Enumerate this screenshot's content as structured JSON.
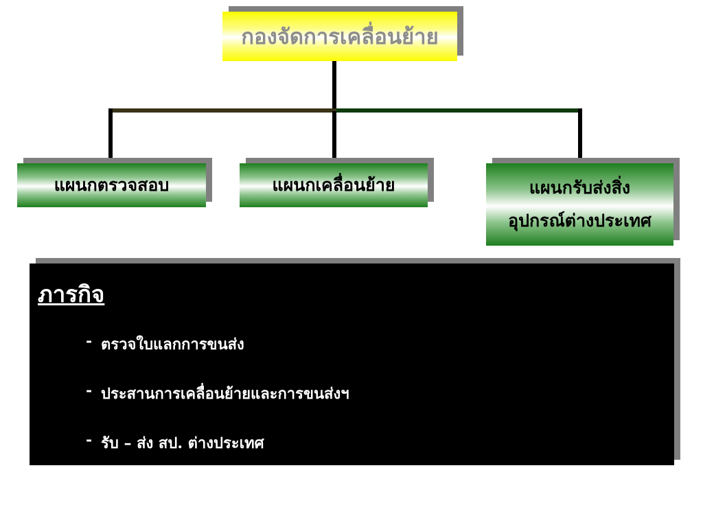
{
  "org": {
    "top": "กองจัดการเคลื่อนย้าย",
    "children": [
      {
        "label": "แผนกตรวจสอบ"
      },
      {
        "label": "แผนกเคลื่อนย้าย"
      },
      {
        "label_lines": [
          "แผนกรับส่งสิ่ง",
          "อุปกรณ์ต่างประเทศ"
        ]
      }
    ]
  },
  "mission": {
    "title": "ภารกิจ",
    "bullet": "-",
    "items": [
      "ตรวจใบแลกการขนส่ง",
      "ประสานการเคลื่อนย้ายและการขนส่งฯ",
      "รับ – ส่ง สป. ต่างประเทศ"
    ]
  },
  "colors": {
    "top_fill": "#fcfc00",
    "top_text": "#8c8c8c",
    "child_fill": "#1e7e1e",
    "line_left": "#3a3318",
    "line_right": "#0e3a0e",
    "mission_bg": "#000000",
    "shadow": "#7f7f7f"
  }
}
